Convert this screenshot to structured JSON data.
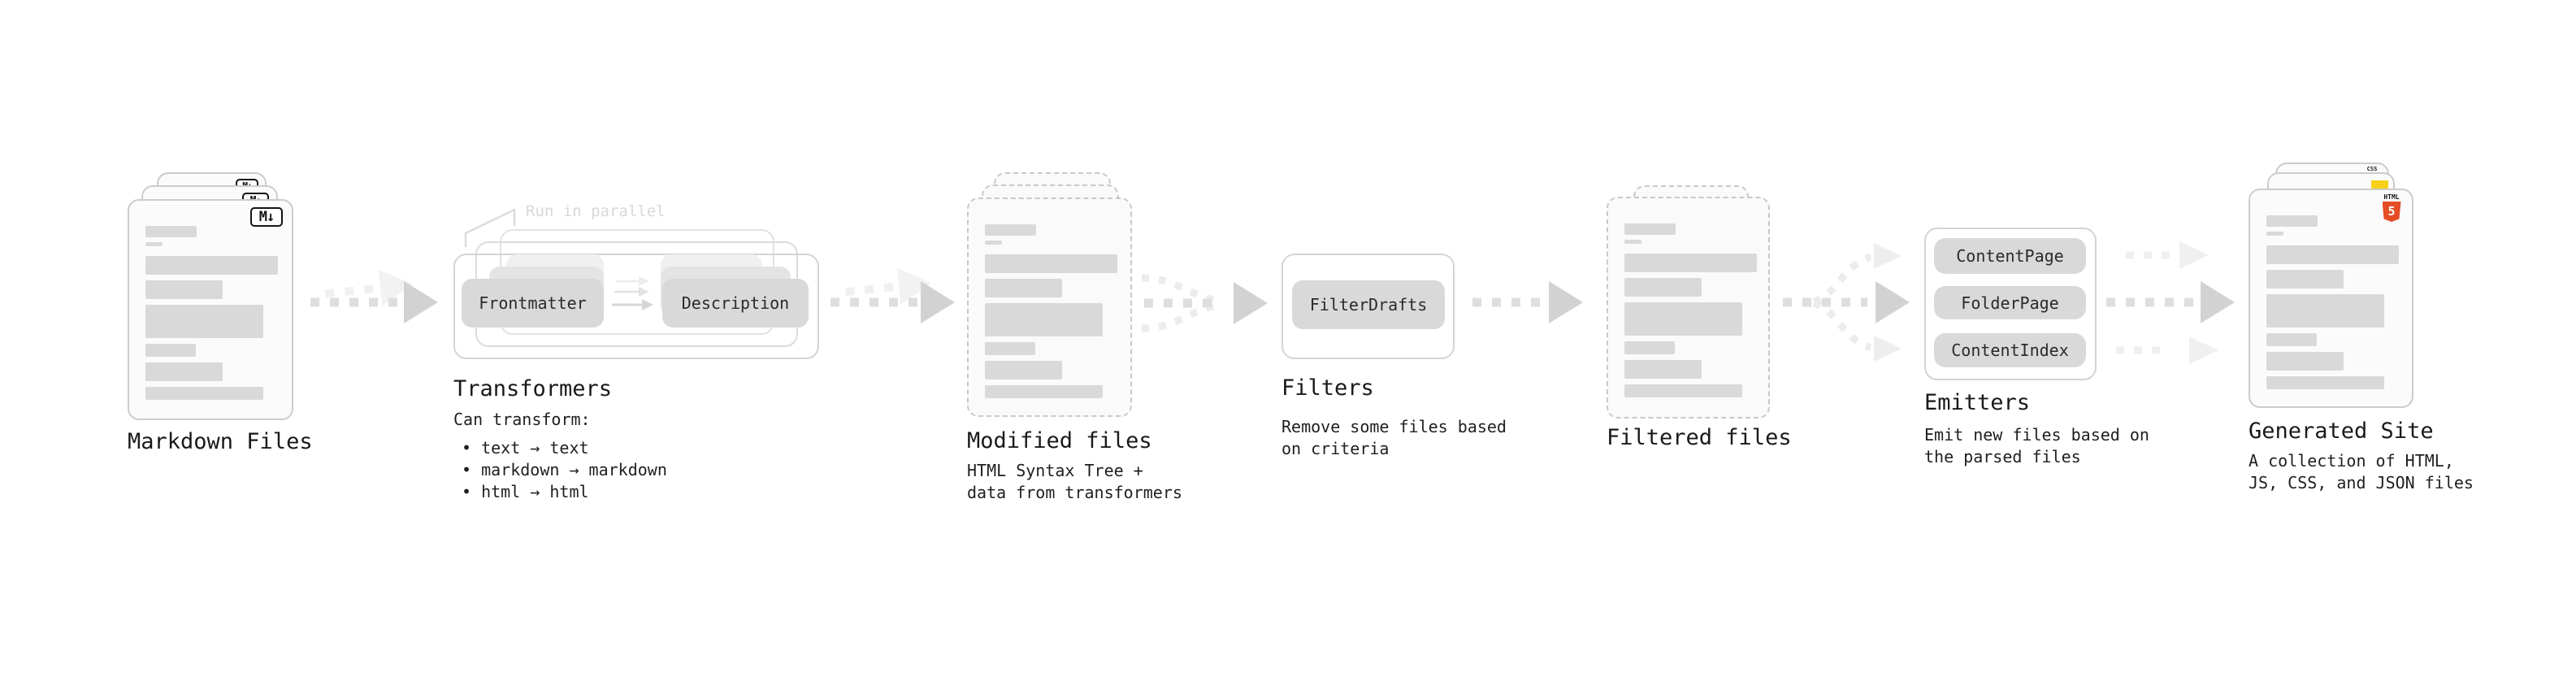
{
  "stages": {
    "markdown_files": {
      "label": "Markdown Files",
      "badge": "M↓"
    },
    "transformers": {
      "label": "Transformers",
      "note": "Run in parallel",
      "pills": {
        "left": "Frontmatter",
        "right": "Description"
      },
      "desc_heading": "Can transform:",
      "bullets": [
        "• text → text",
        "• markdown → markdown",
        "• html → html"
      ]
    },
    "modified_files": {
      "label": "Modified files",
      "description": "HTML Syntax Tree +\ndata from transformers"
    },
    "filters": {
      "label": "Filters",
      "pill": "FilterDrafts",
      "description": "Remove some files based\non criteria"
    },
    "filtered_files": {
      "label": "Filtered files"
    },
    "emitters": {
      "label": "Emitters",
      "pills": [
        "ContentPage",
        "FolderPage",
        "ContentIndex"
      ],
      "description": "Emit new files based on\nthe parsed files"
    },
    "generated_site": {
      "label": "Generated Site",
      "description": "A collection of HTML,\nJS, CSS, and JSON files",
      "badges": {
        "css": "CSS",
        "html_top": "HTML",
        "html_num": "5"
      }
    }
  },
  "colors": {
    "html5_orange": "#e44d26",
    "js_yellow": "#f7d117",
    "css_blue": "#2d6ae3",
    "placeholder_gray": "#d9d9d9",
    "arrow_gray": "#dedede"
  }
}
